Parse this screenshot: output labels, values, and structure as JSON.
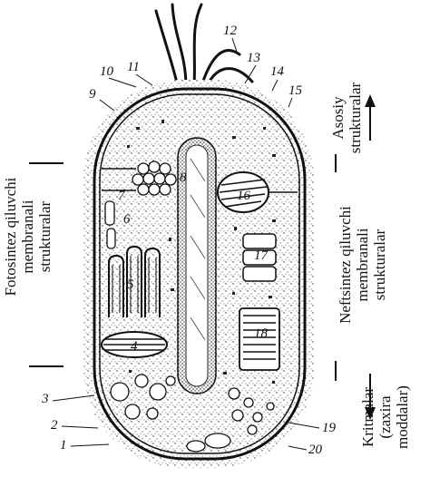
{
  "left_label": {
    "line1": "Fotosintez qiluvchi",
    "line2": "membranali",
    "line3": "strukturalar"
  },
  "right_top_label": {
    "line1": "Asosiy",
    "line2": "strukturalar"
  },
  "right_mid_label": {
    "line1": "Neftsintez qiluvchi",
    "line2": "membranali",
    "line3": "strukturalar"
  },
  "right_bottom_label": {
    "line1": "Kritmalar",
    "line2": "(zaxira",
    "line3": "moddalar)"
  },
  "callouts": [
    "1",
    "2",
    "3",
    "4",
    "5",
    "6",
    "7",
    "8",
    "9",
    "10",
    "11",
    "12",
    "13",
    "14",
    "15",
    "16",
    "17",
    "18",
    "19",
    "20"
  ]
}
